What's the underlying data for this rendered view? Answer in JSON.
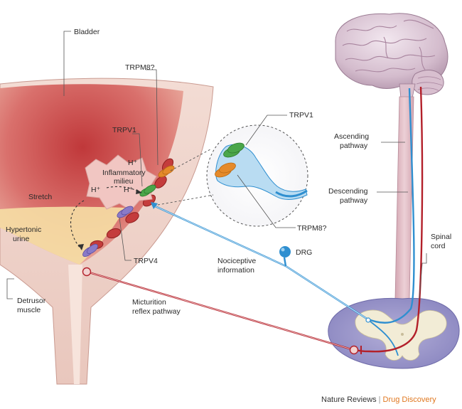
{
  "labels": {
    "bladder": "Bladder",
    "trpm8_top": "TRPM8?",
    "trpv1_inset": "TRPV1",
    "trpv1_wall": "TRPV1",
    "h_plus_1": "H⁺",
    "h_plus_2": "H⁺",
    "h_plus_3": "H⁺",
    "inflammatory": "Inflammatory",
    "milieu": "milieu",
    "stretch": "Stretch",
    "hypertonic": "Hypertonic",
    "urine": "urine",
    "trpv4": "TRPV4",
    "trpm8_inset": "TRPM8?",
    "ascending_1": "Ascending",
    "ascending_2": "pathway",
    "descending_1": "Descending",
    "descending_2": "pathway",
    "spinal_1": "Spinal",
    "spinal_2": "cord",
    "dorsal_root_ganglion": "DRG",
    "nociceptive_1": "Nociceptive",
    "nociceptive_2": "information",
    "micturition_1": "Micturition",
    "micturition_2": "reflex pathway",
    "detrusor_1": "Detrusor",
    "detrusor_2": "muscle"
  },
  "footer": {
    "publisher": "Nature Reviews",
    "separator": "|",
    "journal": "Drug Discovery"
  },
  "colors": {
    "afferent_blue": "#2f8fd0",
    "efferent_red": "#b3202a",
    "trpv1_green": "#4aa64a",
    "trpm8_orange": "#e58a2a",
    "trpv4_purple": "#8a7ac8",
    "journal_orange": "#e07820"
  }
}
